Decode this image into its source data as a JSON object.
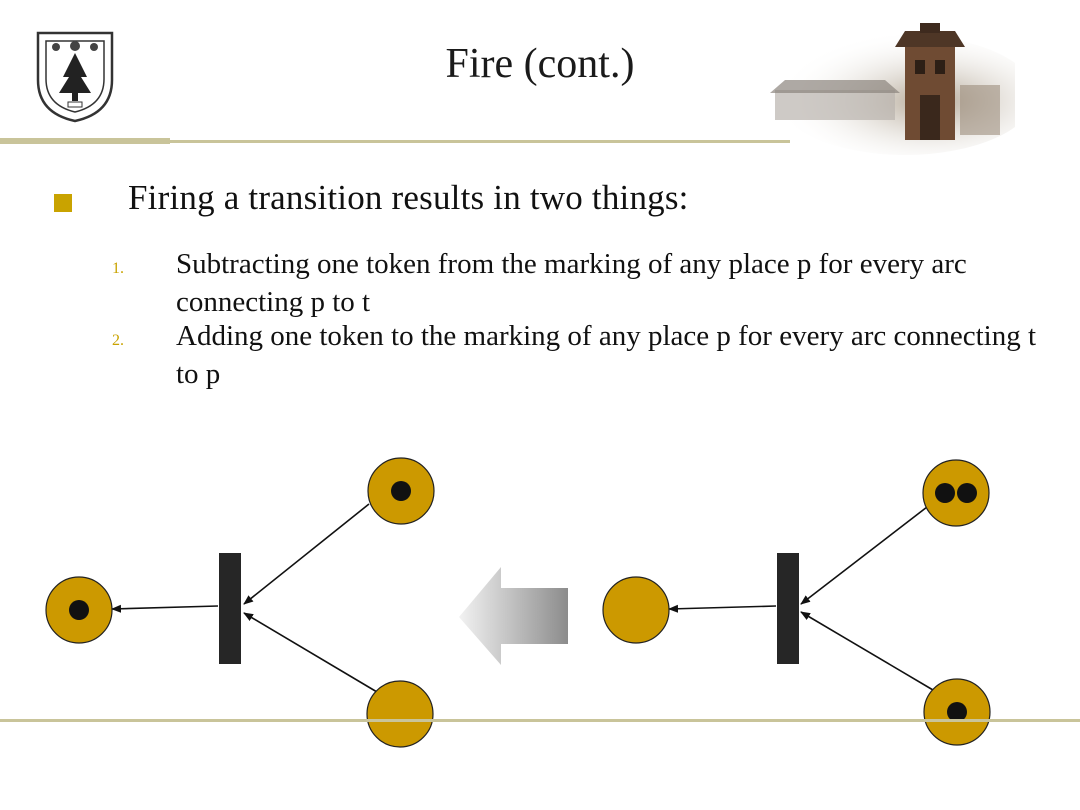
{
  "slide": {
    "title": "Fire (cont.)",
    "bullet": "Firing a transition results in two things:",
    "items": [
      {
        "num": "1.",
        "text": "Subtracting one token from the marking of any place p for every arc connecting p to t"
      },
      {
        "num": "2.",
        "text": "Adding one token to the marking of any place p for every arc connecting t to p"
      }
    ]
  },
  "colors": {
    "accent": "#c9a300",
    "place_fill": "#cc9900",
    "transition_fill": "#262626",
    "rule": "#c9c49a"
  },
  "diagram": {
    "arrow_direction": "left",
    "after_firing": {
      "places": [
        {
          "id": "output",
          "tokens": 1
        },
        {
          "id": "input-top",
          "tokens": 1
        },
        {
          "id": "input-bottom",
          "tokens": 0
        }
      ]
    },
    "before_firing": {
      "places": [
        {
          "id": "output",
          "tokens": 0
        },
        {
          "id": "input-top",
          "tokens": 2
        },
        {
          "id": "input-bottom",
          "tokens": 1
        }
      ]
    }
  }
}
